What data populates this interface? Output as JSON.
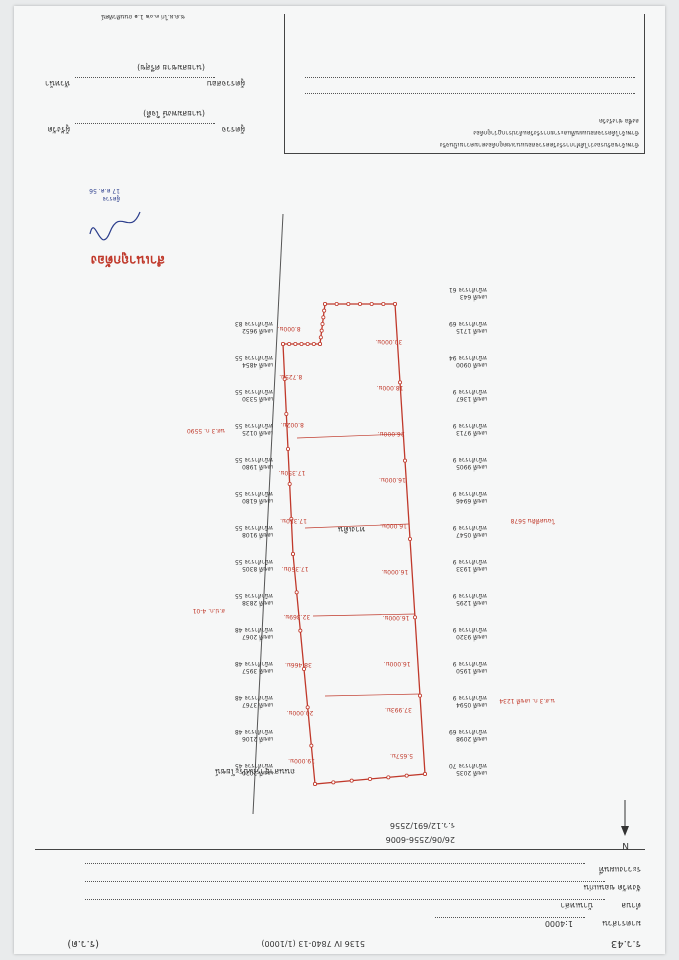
{
  "form_code": "ร.ว.43",
  "form_ref": "(ร.ว.ด)",
  "header": {
    "plan_number": "5136 IV 7840-13 (1/1000)",
    "scale_label": "มาตราส่วน",
    "scale_value": "1:4000",
    "field_row2_label": "ตำบล",
    "field_row2_value": "บ้านเหล่า",
    "field_row3": "จังหวัด ขอนแก่น",
    "field_row4": "ระวางแผนที่",
    "survey_no": "26/06/2556-6006",
    "doc_no": "ร.ว.12/691/2556"
  },
  "north_label": "N",
  "stamp": {
    "text": "สำเนาถูกต้อง",
    "sign_note": "ผู้ตรวจ",
    "date": "17 ต.ค. 56"
  },
  "certification": {
    "line1": "ข้าพเจ้าขอรับรองว่าได้ทำการรังวัดตรวจสอบแนวเขตถูกต้องตามความเป็นจริง",
    "line2": "ข้าพเจ้าได้ตรวจสอบแผนที่และรายการรังวัดแล้วปรากฏว่าถูกต้อง",
    "line3": "ลงชื่อ ช่างรังวัด"
  },
  "signatures": [
    {
      "role": "ผู้ตรวจ",
      "name": "(นายสมพงษ์ ใจดี)",
      "suffix": "ผู้รังวัด"
    },
    {
      "role": "ผู้ตรวจสอบ",
      "name": "(นายสมชาย ศรีสุข)",
      "suffix": "หัวหน้า"
    }
  ],
  "footer_left": "ช.ต.ผ.ไก่ ๓.๐๒ 1.๑ ถนนทิวทัศน์",
  "parcel_labels": [
    {
      "n": "เลขที่ 2035",
      "s": "หน้าสำรวจ 70"
    },
    {
      "n": "เลขที่ 2098",
      "s": "หน้าสำรวจ 69"
    },
    {
      "n": "เลขที่ 0594",
      "s": "หน้าสำรวจ 9"
    },
    {
      "n": "เลขที่ 1950",
      "s": "หน้าสำรวจ 9"
    },
    {
      "n": "เลขที่ 9320",
      "s": "หน้าสำรวจ 9"
    },
    {
      "n": "เลขที่ 1295",
      "s": "หน้าสำรวจ 9"
    },
    {
      "n": "เลขที่ 1933",
      "s": "หน้าสำรวจ 9"
    },
    {
      "n": "เลขที่ 0547",
      "s": "หน้าสำรวจ 9"
    },
    {
      "n": "เลขที่ 6946",
      "s": "หน้าสำรวจ 9"
    },
    {
      "n": "เลขที่ 9905",
      "s": "หน้าสำรวจ 9"
    },
    {
      "n": "เลขที่ 9713",
      "s": "หน้าสำรวจ 9"
    },
    {
      "n": "เลขที่ 1367",
      "s": "หน้าสำรวจ 9"
    },
    {
      "n": "เลขที่ 0900",
      "s": "หน้าสำรวจ 94"
    },
    {
      "n": "เลขที่ 1715",
      "s": "หน้าสำรวจ 69"
    },
    {
      "n": "เลขที่ 643",
      "s": "หน้าสำรวจ 61"
    },
    {
      "n": "เลขที่ 2020",
      "s": "หน้าสำรวจ 45"
    },
    {
      "n": "เลขที่ 2106",
      "s": "หน้าสำรวจ 48"
    },
    {
      "n": "เลขที่ 3767",
      "s": "หน้าสำรวจ 48"
    },
    {
      "n": "เลขที่ 3957",
      "s": "หน้าสำรวจ 48"
    },
    {
      "n": "เลขที่ 2067",
      "s": "หน้าสำรวจ 48"
    },
    {
      "n": "เลขที่ 2838",
      "s": "หน้าสำรวจ 55"
    },
    {
      "n": "เลขที่ 8305",
      "s": "หน้าสำรวจ 55"
    },
    {
      "n": "เลขที่ 9108",
      "s": "หน้าสำรวจ 55"
    },
    {
      "n": "เลขที่ 6180",
      "s": "หน้าสำรวจ 55"
    },
    {
      "n": "เลขที่ 1980",
      "s": "หน้าสำรวจ 55"
    },
    {
      "n": "เลขที่ 0125",
      "s": "หน้าสำรวจ 55"
    },
    {
      "n": "เลขที่ 5330",
      "s": "หน้าสำรวจ 55"
    },
    {
      "n": "เลขที่ 4854",
      "s": "หน้าสำรวจ 55"
    },
    {
      "n": "เลขที่ 9652",
      "s": "หน้าสำรวจ 83"
    }
  ],
  "distances": [
    "5.657ม.",
    "37.993ม.",
    "16.000ม.",
    "16.000ม.",
    "16.000ม.",
    "16.000ม.",
    "16.000ม.",
    "26.000ม.",
    "18.000ม.",
    "30.000ม.",
    "19.000ม.",
    "20.000ม.",
    "38.466ม.",
    "32.369ม.",
    "17.350ม.",
    "17.350ม.",
    "17.350ม.",
    "8.002ม.",
    "8.725ม.",
    "8.000ม."
  ],
  "owner_notes": [
    "น.ส.3 ก. เลขที่ 1234",
    "ส.ป.ก. 4-01",
    "โฉนดที่ดิน 5678",
    "นส.3 ก. 5590"
  ],
  "road_label": "ถนนสาธารณประโยชน์",
  "center_label": "ทางเดิน"
}
